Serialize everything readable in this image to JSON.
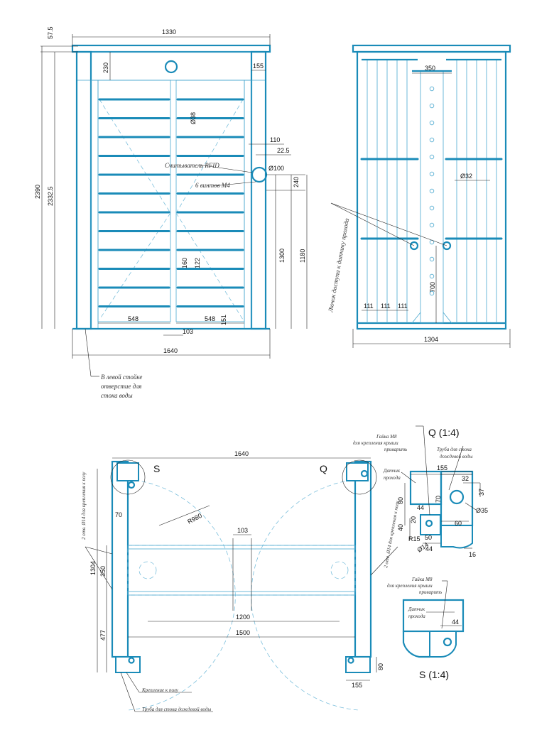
{
  "front_view": {
    "dims": {
      "top_overhang": "57.5",
      "width_top": "1330",
      "header_h": "230",
      "post_w": "155",
      "total_h": "2390",
      "inner_h": "2332.5",
      "bar_dia": "Ø38",
      "reader_offset": "110",
      "reader_inset": "22.5",
      "reader_dia": "Ø100",
      "reader_h": "240",
      "rotor_h": "1300",
      "reader_height": "1180",
      "bar_pitch_a": "160",
      "bar_pitch_b": "122",
      "leaf_left": "548",
      "leaf_right": "548",
      "leaf_gap": "103",
      "bottom_gap": "151",
      "width_total": "1640"
    },
    "labels": {
      "rfid": "Считыватель RFID",
      "screws": "6 винтов М4",
      "drain_hole": [
        "В левой стойке",
        "отверстие для",
        "стока воды"
      ]
    }
  },
  "side_view": {
    "dims": {
      "top": "350",
      "tube_dia": "Ø32",
      "low": "700",
      "spacing": [
        "111",
        "111",
        "111"
      ],
      "width": "1304"
    },
    "labels": {
      "sensor_holes": "Лючок доступа к датчику прохода"
    }
  },
  "plan_view": {
    "dims": {
      "width": "1640",
      "radius": "R980",
      "gap": "103",
      "post_offset": "70",
      "depth": "1304",
      "inner": "350",
      "front": "477",
      "inner_width": "1200",
      "outer_width": "1500",
      "post_w": "155",
      "post_d": "80"
    },
    "labels": {
      "s": "S",
      "q": "Q",
      "holes_left": "2 отв. Ø14 для крепления к полу",
      "holes_right": "2 отв. Ø14 для крепления к полу",
      "floor_mount": "Крепление к полу",
      "drain_pipe": "Труба для стока дождевой воды"
    }
  },
  "detail_q": {
    "title": "Q (1:4)",
    "dims": {
      "w": "155",
      "a": "32",
      "b": "37",
      "c": "80",
      "d": "70",
      "e": "44",
      "hole": "Ø35",
      "f": "40",
      "g": "20",
      "h": "60",
      "r": "R15",
      "hole2": "Ø14",
      "i": "50",
      "j": "44",
      "k": "16"
    },
    "labels": {
      "nut": [
        "Гайка М8",
        "для крепления крыши",
        "приварить"
      ],
      "pipe": [
        "Труба для стока",
        "дождевой воды"
      ],
      "sensor": [
        "Датчик",
        "прохода"
      ]
    }
  },
  "detail_s": {
    "title": "S (1:4)",
    "dims": {
      "a": "44"
    },
    "labels": {
      "nut": [
        "Гайка М8",
        "для крепления крыши",
        "приварить"
      ],
      "sensor": [
        "Датчик",
        "прохода"
      ]
    }
  }
}
